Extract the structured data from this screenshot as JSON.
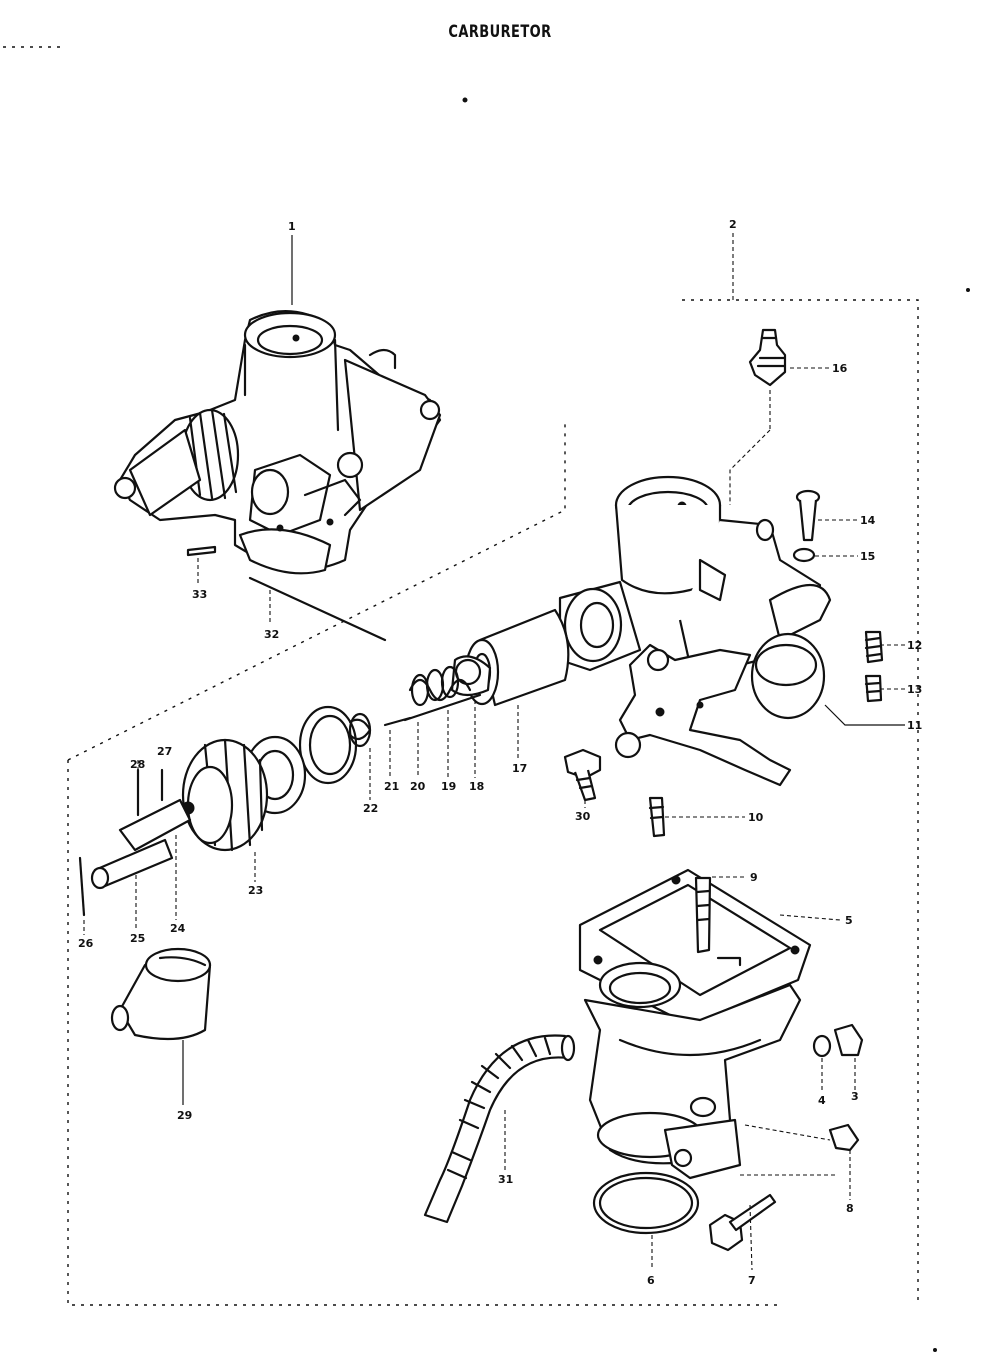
{
  "title": "CARBURETOR",
  "part_labels": [
    "1",
    "2",
    "3",
    "4",
    "5",
    "6",
    "7",
    "8",
    "9",
    "10",
    "11",
    "12",
    "13",
    "14",
    "15",
    "16",
    "17",
    "18",
    "19",
    "20",
    "21",
    "22",
    "23",
    "24",
    "25",
    "26",
    "27",
    "28",
    "29",
    "30",
    "31",
    "32",
    "33"
  ]
}
